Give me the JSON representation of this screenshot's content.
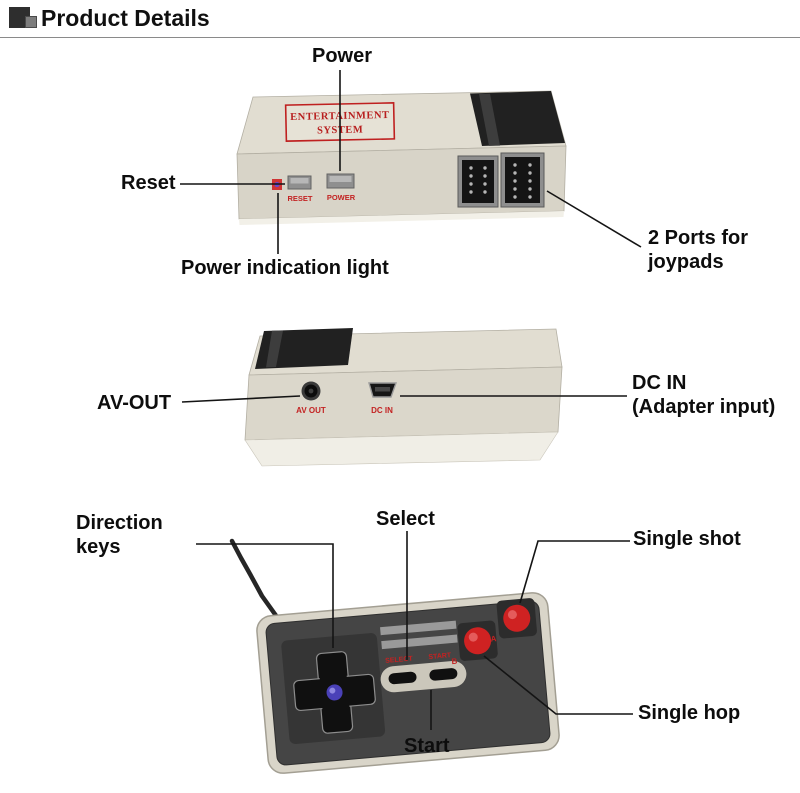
{
  "header": {
    "title": "Product Details"
  },
  "front_view": {
    "callouts": {
      "power": "Power",
      "reset": "Reset",
      "power_light": "Power indication light",
      "ports_line1": "2 Ports for",
      "ports_line2": "joypads"
    },
    "printed": {
      "brand_line1": "ENTERTAINMENT",
      "brand_line2": "SYSTEM",
      "reset": "RESET",
      "power": "POWER"
    }
  },
  "back_view": {
    "callouts": {
      "av_out": "AV-OUT",
      "dc_in_line1": "DC IN",
      "dc_in_line2": "(Adapter input)"
    },
    "printed": {
      "av_out": "AV OUT",
      "dc_in": "DC IN"
    }
  },
  "controller_view": {
    "callouts": {
      "direction_line1": "Direction",
      "direction_line2": "keys",
      "select": "Select",
      "single_shot": "Single shot",
      "single_hop": "Single hop",
      "start": "Start"
    },
    "printed": {
      "select": "SELECT",
      "start": "START",
      "b": "B",
      "a": "A"
    }
  },
  "colors": {
    "accent_red": "#c32222",
    "console_beige": "#d9d5c9",
    "button_red": "#cf2222",
    "callout_line": "#141414"
  }
}
